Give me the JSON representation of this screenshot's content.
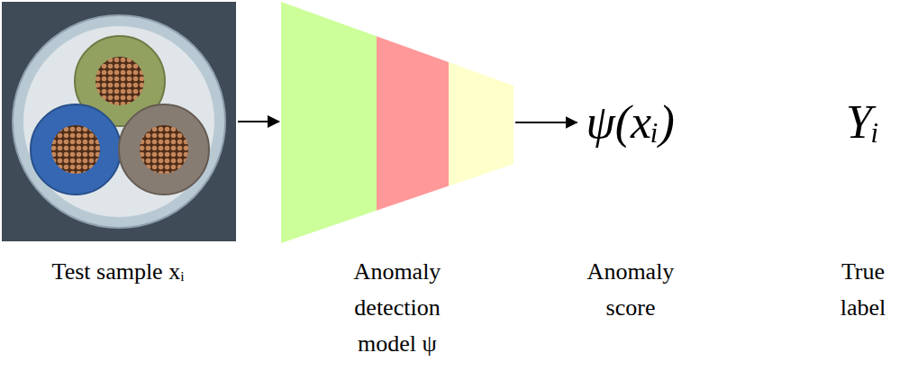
{
  "diagram": {
    "nodes": [
      {
        "text": [
          "Test sample xᵢ"
        ]
      },
      {
        "text": [
          "Anomaly detection model ψ"
        ]
      },
      {
        "text": [
          "ψ(xᵢ)",
          "Anomaly score"
        ]
      },
      {
        "text": [
          "Yᵢ",
          "True label"
        ]
      }
    ],
    "edges": [
      {
        "from": 0,
        "to": 1,
        "arrow": "to"
      },
      {
        "from": 1,
        "to": 2,
        "arrow": "to"
      }
    ]
  }
}
